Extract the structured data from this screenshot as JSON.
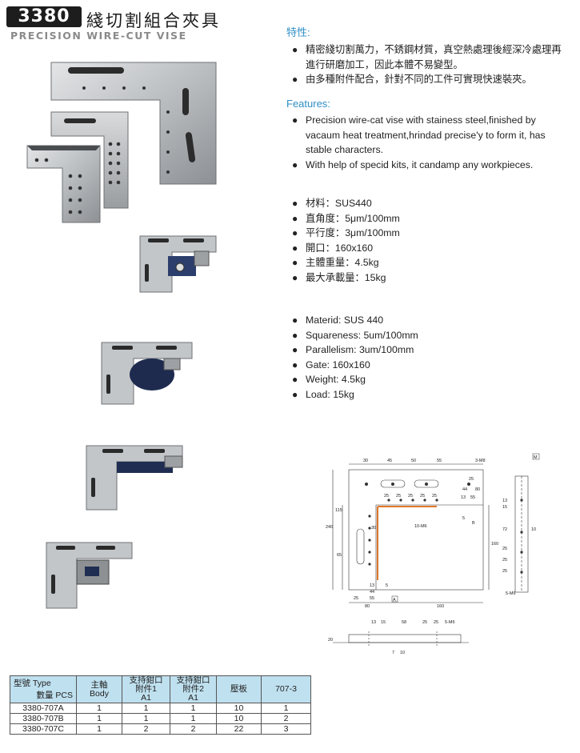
{
  "header": {
    "model_badge": "3380",
    "title_cn": "綫切割組合夾具",
    "title_en": "PRECISION WIRE-CUT VISE"
  },
  "features_cn": {
    "heading": "特性:",
    "items": [
      "精密綫切割萬力，不銹鋼材質，真空熱處理後經深冷處理再進行研磨加工，因此本體不易變型。",
      "由多種附件配合，針對不同的工件可實現快速裝夾。"
    ]
  },
  "features_en": {
    "heading": "Features:",
    "items": [
      "Precision wire-cat vise with stainess steel,finished by vacaum heat treatment,hrindad precise'y to form it, has stable characters.",
      "With help of specid kits, it candamp any workpieces."
    ]
  },
  "specs_cn": [
    "材料：SUS440",
    "直角度：5μm/100mm",
    "平行度：3μm/100mm",
    "開口：160x160",
    "主體重量：4.5kg",
    "最大承載量：15kg"
  ],
  "specs_en": [
    "Materid: SUS 440",
    "Squareness: 5um/100mm",
    "Parallelism: 3um/100mm",
    "Gate: 160x160",
    "Weight: 4.5kg",
    "Load: 15kg"
  ],
  "drawing": {
    "top_dims": [
      "30",
      "45",
      "50",
      "55"
    ],
    "dims_mid": [
      "25",
      "25",
      "25",
      "25",
      "25",
      "13",
      "55"
    ],
    "right_dims": [
      "25",
      "44",
      "80",
      "5",
      "B",
      "160"
    ],
    "left_dims": [
      "240",
      "115",
      "65",
      "30"
    ],
    "bottom_dims": [
      "13",
      "44",
      "5",
      "25",
      "55",
      "80",
      "160"
    ],
    "thread_labels": [
      "3-M8",
      "10-M6",
      "5-M6",
      "5-M6"
    ],
    "side_dims": [
      "13",
      "15",
      "72",
      "10",
      "25",
      "25",
      "25"
    ],
    "ref_a": "A",
    "ref_m": "M",
    "section_dims": [
      "13",
      "15",
      "58",
      "25",
      "25",
      "20",
      "7",
      "10"
    ]
  },
  "table": {
    "headers": {
      "type_top": "型號 Type",
      "type_bottom": "數量 PCS",
      "col_body": "主軸\nBody",
      "col_a1": "支持鉗口\n附件1\nA1",
      "col_a2": "支持鉗口\n附件2\nA1",
      "col_plate": "壓板",
      "col_707": "707-3"
    },
    "rows": [
      {
        "model": "3380-707A",
        "body": "1",
        "a1": "1",
        "a2": "1",
        "plate": "10",
        "x707": "1"
      },
      {
        "model": "3380-707B",
        "body": "1",
        "a1": "1",
        "a2": "1",
        "plate": "10",
        "x707": "2"
      },
      {
        "model": "3380-707C",
        "body": "1",
        "a1": "2",
        "a2": "2",
        "plate": "22",
        "x707": "3"
      }
    ]
  },
  "colors": {
    "accent_blue": "#2f8fc6",
    "table_header": "#bfe0ef",
    "badge_bg": "#1d1d1d",
    "steel": "#b9bcbf",
    "highlight_orange": "#e0782a"
  }
}
